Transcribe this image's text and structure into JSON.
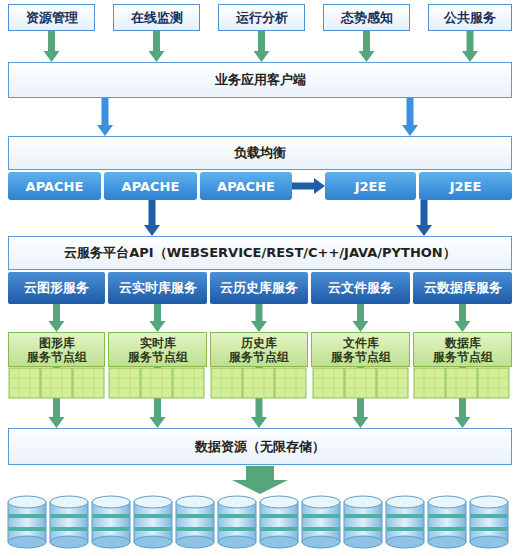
{
  "diagram": {
    "nodes": [
      {
        "text": [
          "资源管理"
        ]
      },
      {
        "text": [
          "在线监测"
        ]
      },
      {
        "text": [
          "运行分析"
        ]
      },
      {
        "text": [
          "态势感知"
        ]
      },
      {
        "text": [
          "公共服务"
        ]
      },
      {
        "text": [
          "业务应用客户端"
        ]
      },
      {
        "text": [
          "负载均衡"
        ]
      },
      {
        "text": [
          "APACHE"
        ]
      },
      {
        "text": [
          "APACHE"
        ]
      },
      {
        "text": [
          "APACHE"
        ]
      },
      {
        "text": [
          "J2EE"
        ]
      },
      {
        "text": [
          "J2EE"
        ]
      },
      {
        "text": [
          "云服务平台API（WEBSERVICE/REST/C++/JAVA/PYTHON）"
        ]
      },
      {
        "text": [
          "云图形服务"
        ]
      },
      {
        "text": [
          "云实时库服务"
        ]
      },
      {
        "text": [
          "云历史库服务"
        ]
      },
      {
        "text": [
          "云文件服务"
        ]
      },
      {
        "text": [
          "云数据库服务"
        ]
      },
      {
        "text": [
          "图形库 服务节点组"
        ]
      },
      {
        "text": [
          "实时库 服务节点组"
        ]
      },
      {
        "text": [
          "历史库 服务节点组"
        ]
      },
      {
        "text": [
          "文件库 服务节点组"
        ]
      },
      {
        "text": [
          "数据库 服务节点组"
        ]
      },
      {
        "text": [
          "数据资源（无限存储）"
        ]
      }
    ],
    "edges": [
      {
        "from": 0,
        "to": 5,
        "arrow": "to"
      },
      {
        "from": 1,
        "to": 5,
        "arrow": "to"
      },
      {
        "from": 2,
        "to": 5,
        "arrow": "to"
      },
      {
        "from": 3,
        "to": 5,
        "arrow": "to"
      },
      {
        "from": 4,
        "to": 5,
        "arrow": "to"
      },
      {
        "from": 5,
        "to": 6,
        "arrow": "to"
      },
      {
        "from": 5,
        "to": 6,
        "arrow": "to"
      },
      {
        "from": 9,
        "to": 10,
        "arrow": "to"
      },
      {
        "from": 8,
        "to": 12,
        "arrow": "to"
      },
      {
        "from": 11,
        "to": 12,
        "arrow": "to"
      },
      {
        "from": 13,
        "to": 18,
        "arrow": "to"
      },
      {
        "from": 14,
        "to": 19,
        "arrow": "to"
      },
      {
        "from": 15,
        "to": 20,
        "arrow": "to"
      },
      {
        "from": 16,
        "to": 21,
        "arrow": "to"
      },
      {
        "from": 17,
        "to": 22,
        "arrow": "to"
      },
      {
        "from": 18,
        "to": 23,
        "arrow": "to"
      },
      {
        "from": 19,
        "to": 23,
        "arrow": "to"
      },
      {
        "from": 20,
        "to": 23,
        "arrow": "to"
      },
      {
        "from": 21,
        "to": 23,
        "arrow": "to"
      },
      {
        "from": 22,
        "to": 23,
        "arrow": "to"
      }
    ]
  }
}
